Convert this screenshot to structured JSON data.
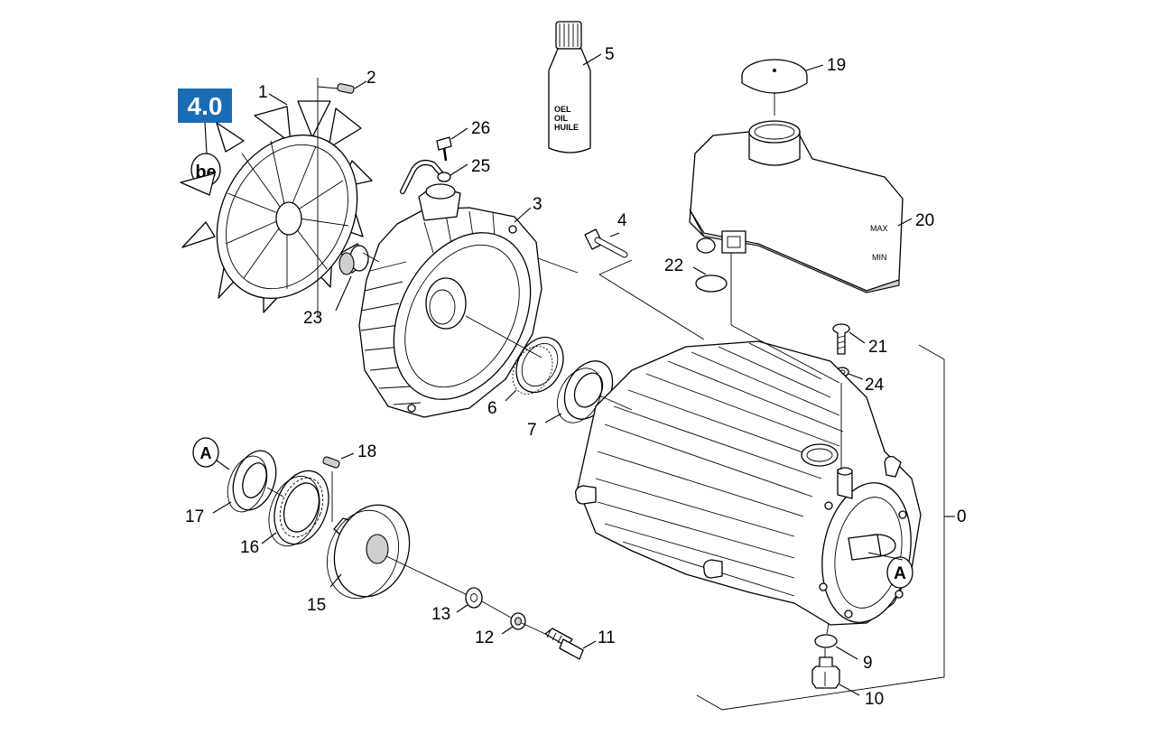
{
  "diagram": {
    "badge": {
      "label": "4.0",
      "color": "#1a6db4"
    },
    "symbol_be": "be",
    "symbol_a": "A",
    "bottle_text": [
      "OEL",
      "OIL",
      "HUILE"
    ],
    "tank_text": {
      "max": "MAX",
      "min": "MIN"
    },
    "callouts": {
      "n0": "0",
      "n1": "1",
      "n2": "2",
      "n3": "3",
      "n4": "4",
      "n5": "5",
      "n6": "6",
      "n7": "7",
      "n9": "9",
      "n10": "10",
      "n11": "11",
      "n12": "12",
      "n13": "13",
      "n15": "15",
      "n16": "16",
      "n17": "17",
      "n18": "18",
      "n19": "19",
      "n20": "20",
      "n21": "21",
      "n22": "22",
      "n23": "23",
      "n24": "24",
      "n25": "25",
      "n26": "26"
    }
  }
}
